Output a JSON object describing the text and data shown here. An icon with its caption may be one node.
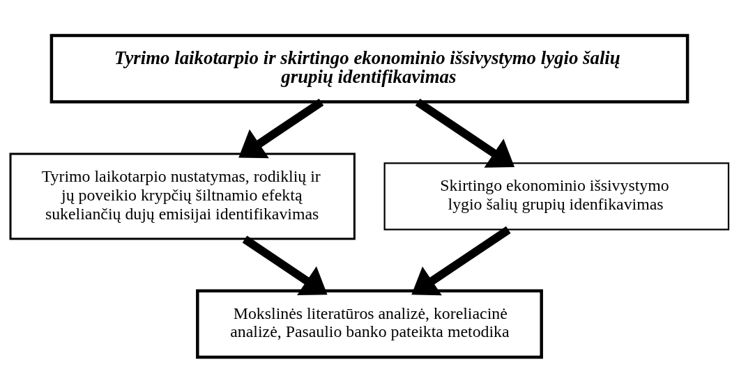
{
  "diagram": {
    "nodes": [
      {
        "text": [
          "Tyrimo laikotarpio ir skirtingo ekonominio išsivystymo lygio šalių grupių identifikavimas"
        ]
      },
      {
        "text": [
          "Tyrimo laikotarpio nustatymas, rodiklių ir jų poveikio krypčių šiltnamio efektą sukeliančių dujų emisijai identifikavimas"
        ]
      },
      {
        "text": [
          "Skirtingo ekonominio išsivystymo lygio šalių grupių idenfikavimas"
        ]
      },
      {
        "text": [
          "Mokslinės literatūros analizė, koreliacinė analizė, Pasaulio banko pateikta metodika"
        ]
      }
    ],
    "edges": [
      {
        "from": 0,
        "to": 1,
        "arrow": "to"
      },
      {
        "from": 0,
        "to": 2,
        "arrow": "to"
      },
      {
        "from": 1,
        "to": 3,
        "arrow": "to"
      },
      {
        "from": 2,
        "to": 3,
        "arrow": "to"
      }
    ]
  }
}
